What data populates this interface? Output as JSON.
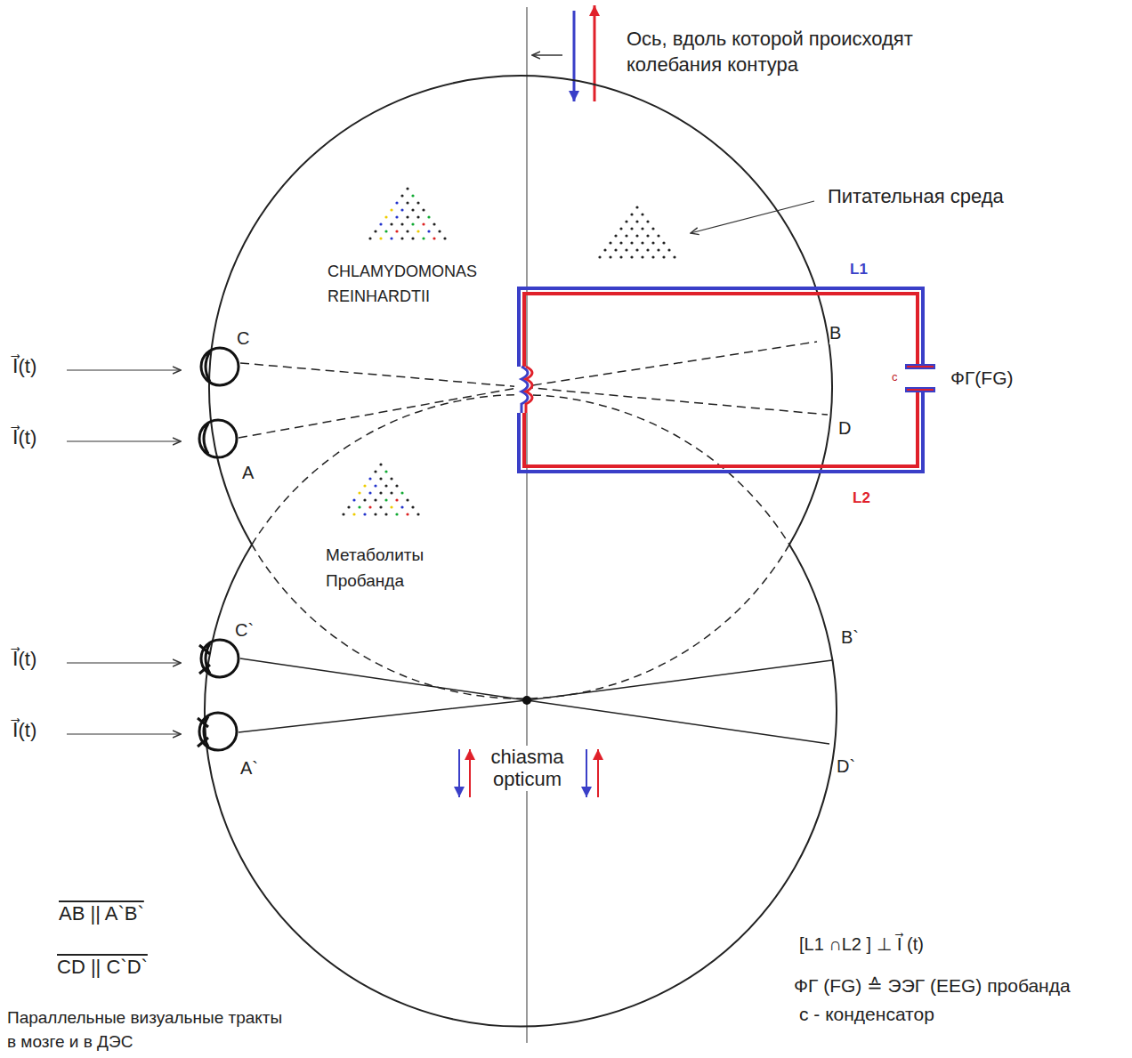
{
  "diagram": {
    "labels": [
      "Ось, вдоль которой происходят колебания контура",
      "Питательная среда",
      "CHLAMYDOMONAS REINHARDTII",
      "Метаболиты Пробанда",
      "L1",
      "L2",
      "C",
      "A",
      "B",
      "D",
      "c",
      "ФГ(FG)",
      "I⃗(t)",
      "I⃗(t)",
      "I⃗(t)",
      "I⃗(t)",
      "C`",
      "A`",
      "B`",
      "D`",
      "chiasma opticum",
      "AB || A`B`",
      "CD || C`D`",
      "Параллельные визуальные тракты в мозге и в ДЭС",
      "[L1 ∩L2 ] ⊥ I⃗ (t)",
      "ФГ (FG) ≙ ЭЭГ (EEG) пробанда",
      "c - конденсатор"
    ]
  }
}
